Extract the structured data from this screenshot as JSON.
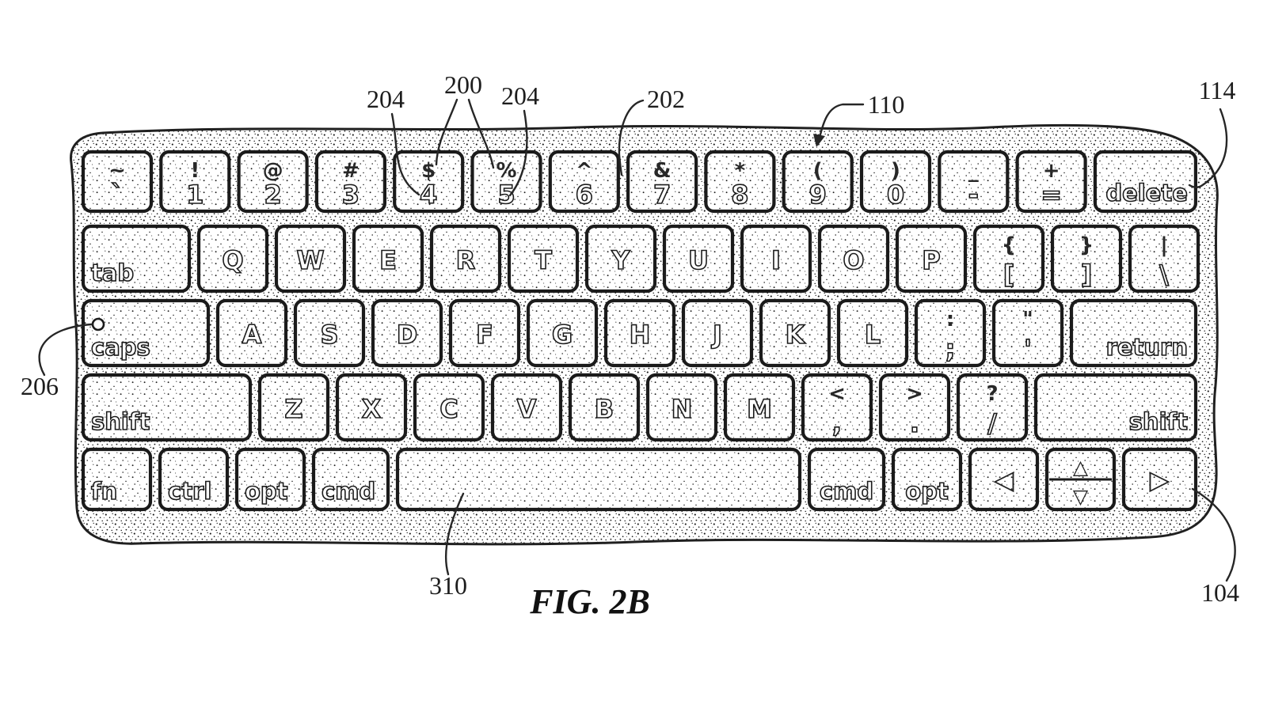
{
  "figure": {
    "caption": "FIG. 2B"
  },
  "annotations": {
    "a204_left": {
      "text": "204",
      "points_to": "shifted symbol region of the 4 key"
    },
    "a200": {
      "text": "200",
      "points_to": "forked leader to the $4 and %5 keys"
    },
    "a204_right": {
      "text": "204",
      "points_to": "shifted symbol region of the 5 key"
    },
    "a202": {
      "text": "202",
      "points_to": "web between the 6 and 7 keys"
    },
    "a110": {
      "text": "110",
      "points_to": "keyboard top plate above the 9 key"
    },
    "a114": {
      "text": "114",
      "points_to": "right edge of keyboard near delete key"
    },
    "a206": {
      "text": "206",
      "points_to": "indicator dot on caps key"
    },
    "a310": {
      "text": "310",
      "points_to": "space bar"
    },
    "a104": {
      "text": "104",
      "points_to": "bottom-right edge of keyboard body"
    }
  },
  "keyboard": {
    "rows": [
      {
        "keys": [
          {
            "name": "grave",
            "top": "~",
            "bottom": "`"
          },
          {
            "name": "1",
            "top": "!",
            "bottom": "1"
          },
          {
            "name": "2",
            "top": "@",
            "bottom": "2"
          },
          {
            "name": "3",
            "top": "#",
            "bottom": "3"
          },
          {
            "name": "4",
            "top": "$",
            "bottom": "4"
          },
          {
            "name": "5",
            "top": "%",
            "bottom": "5"
          },
          {
            "name": "6",
            "top": "^",
            "bottom": "6"
          },
          {
            "name": "7",
            "top": "&",
            "bottom": "7"
          },
          {
            "name": "8",
            "top": "*",
            "bottom": "8"
          },
          {
            "name": "9",
            "top": "(",
            "bottom": "9"
          },
          {
            "name": "0",
            "top": ")",
            "bottom": "0"
          },
          {
            "name": "hyphen",
            "top": "_",
            "bottom": "-"
          },
          {
            "name": "equals",
            "top": "+",
            "bottom": "="
          },
          {
            "name": "delete",
            "word": "delete",
            "align": "br"
          }
        ]
      },
      {
        "keys": [
          {
            "name": "tab",
            "word": "tab",
            "align": "bl"
          },
          {
            "name": "q",
            "letter": "Q"
          },
          {
            "name": "w",
            "letter": "W"
          },
          {
            "name": "e",
            "letter": "E"
          },
          {
            "name": "r",
            "letter": "R"
          },
          {
            "name": "t",
            "letter": "T"
          },
          {
            "name": "y",
            "letter": "Y"
          },
          {
            "name": "u",
            "letter": "U"
          },
          {
            "name": "i",
            "letter": "I"
          },
          {
            "name": "o",
            "letter": "O"
          },
          {
            "name": "p",
            "letter": "P"
          },
          {
            "name": "bracket-left",
            "top": "{",
            "bottom": "["
          },
          {
            "name": "bracket-right",
            "top": "}",
            "bottom": "]"
          },
          {
            "name": "backslash",
            "top": "|",
            "bottom": "\\"
          }
        ]
      },
      {
        "keys": [
          {
            "name": "caps",
            "word": "caps",
            "align": "bl",
            "indicator": true
          },
          {
            "name": "a",
            "letter": "A"
          },
          {
            "name": "s",
            "letter": "S"
          },
          {
            "name": "d",
            "letter": "D"
          },
          {
            "name": "f",
            "letter": "F"
          },
          {
            "name": "g",
            "letter": "G"
          },
          {
            "name": "h",
            "letter": "H"
          },
          {
            "name": "j",
            "letter": "J"
          },
          {
            "name": "k",
            "letter": "K"
          },
          {
            "name": "l",
            "letter": "L"
          },
          {
            "name": "semicolon",
            "top": ":",
            "bottom": ";"
          },
          {
            "name": "quote",
            "top": "\"",
            "bottom": "'"
          },
          {
            "name": "return",
            "word": "return",
            "align": "br"
          }
        ]
      },
      {
        "keys": [
          {
            "name": "shift-left",
            "word": "shift",
            "align": "bl"
          },
          {
            "name": "z",
            "letter": "Z"
          },
          {
            "name": "x",
            "letter": "X"
          },
          {
            "name": "c",
            "letter": "C"
          },
          {
            "name": "v",
            "letter": "V"
          },
          {
            "name": "b",
            "letter": "B"
          },
          {
            "name": "n",
            "letter": "N"
          },
          {
            "name": "m",
            "letter": "M"
          },
          {
            "name": "comma",
            "top": "<",
            "bottom": ","
          },
          {
            "name": "period",
            "top": ">",
            "bottom": "."
          },
          {
            "name": "slash",
            "top": "?",
            "bottom": "/"
          },
          {
            "name": "shift-right",
            "word": "shift",
            "align": "br"
          }
        ]
      },
      {
        "keys": [
          {
            "name": "fn",
            "word": "fn",
            "align": "bl"
          },
          {
            "name": "ctrl",
            "word": "ctrl",
            "align": "bl"
          },
          {
            "name": "opt-left",
            "word": "opt",
            "align": "bl"
          },
          {
            "name": "cmd-left",
            "word": "cmd",
            "align": "bl"
          },
          {
            "name": "space",
            "word": ""
          },
          {
            "name": "cmd-right",
            "word": "cmd",
            "align": "bc"
          },
          {
            "name": "opt-right",
            "word": "opt",
            "align": "bc"
          },
          {
            "name": "arrow-left",
            "glyph": "◁"
          },
          {
            "name": "arrow-up-down",
            "split": true,
            "glyph_top": "△",
            "glyph_bottom": "▽"
          },
          {
            "name": "arrow-right",
            "glyph": "▷"
          }
        ]
      }
    ]
  }
}
